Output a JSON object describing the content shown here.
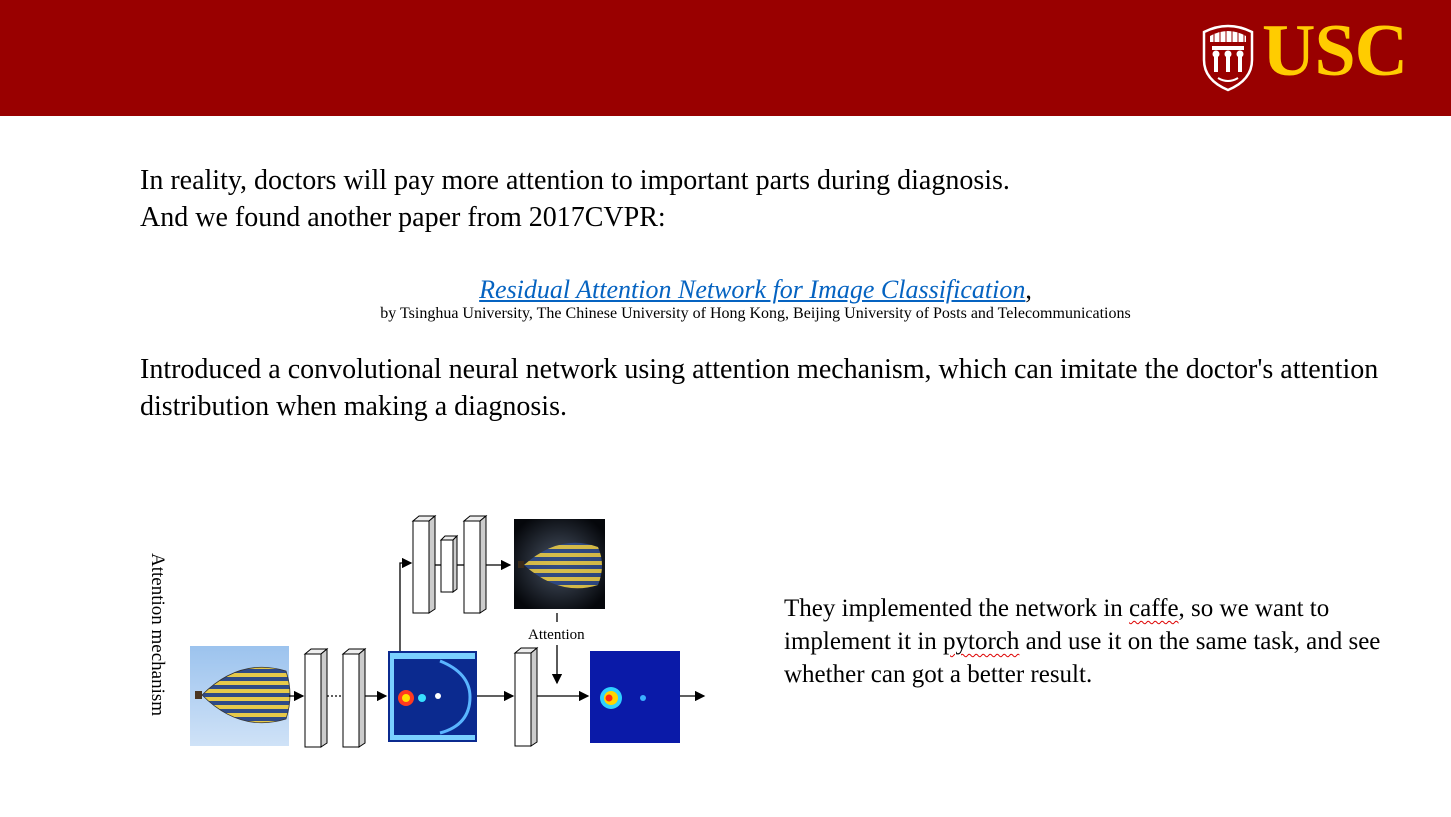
{
  "header": {
    "logo_text": "USC",
    "colors": {
      "bar": "#990000",
      "logo": "#FFCC00"
    }
  },
  "intro": {
    "line1": "In reality, doctors will pay more attention to important parts during diagnosis.",
    "line2": "And we found another paper from 2017CVPR:"
  },
  "citation": {
    "title": "Residual Attention Network for Image Classification",
    "title_suffix": ",",
    "authors": "by Tsinghua University, The Chinese University of Hong Kong, Beijing University of Posts and Telecommunications",
    "link_color": "#0563C1"
  },
  "description": "Introduced a convolutional neural network using attention mechanism, which can imitate the doctor's attention distribution when making a diagnosis.",
  "figure": {
    "vertical_label": "Attention mechanism",
    "attention_label": "Attention",
    "icons": [
      "usc-seal-icon",
      "hot-air-balloon-image",
      "attention-heatmap-image",
      "attention-mask-image",
      "masked-balloon-image"
    ]
  },
  "side_text": {
    "part1": "They implemented the network in ",
    "word1": "caffe",
    "part2": ", so we want to implement it in ",
    "word2": "pytorch",
    "part3": " and use it on the same task, and see whether can got a better result."
  }
}
